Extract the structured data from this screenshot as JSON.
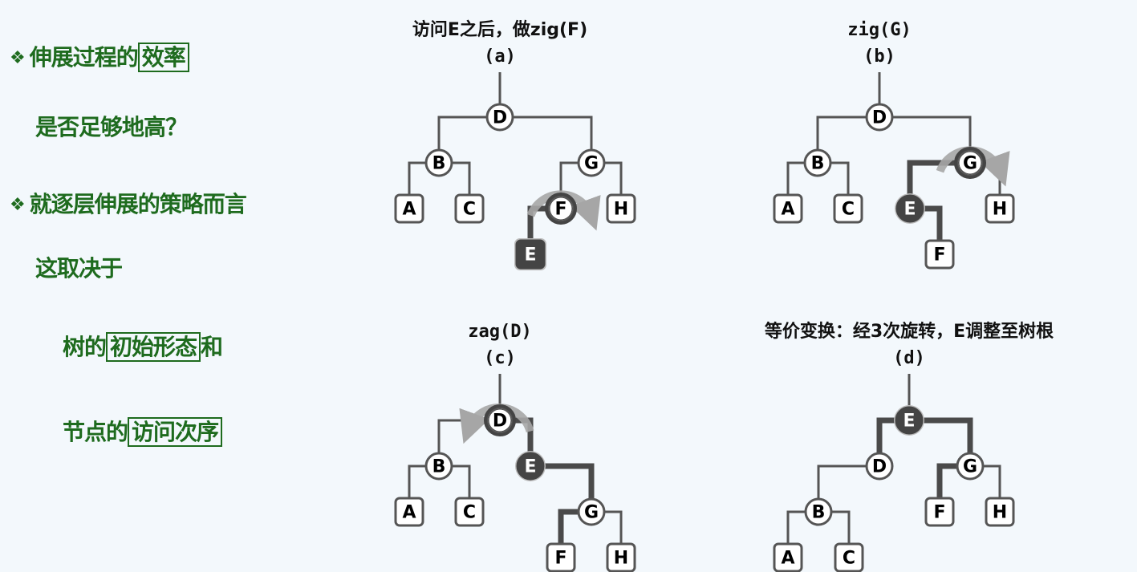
{
  "left_text": {
    "bullet1_line1_prefix": "伸展过程的",
    "bullet1_line1_boxed": "效率",
    "bullet1_line2": "是否足够地高？",
    "bullet2_line1": "就逐层伸展的策略而言",
    "bullet2_line2": "这取决于",
    "line3_prefix": "树的",
    "line3_boxed": "初始形态",
    "line3_suffix": "和",
    "line4_prefix": "节点的",
    "line4_boxed": "访问次序",
    "bullet_icon": "diamond-bullet-icon"
  },
  "colors": {
    "text_green": "#1e6b1e",
    "edge": "#555555",
    "highlight": "#444444",
    "arrow": "#a6a6a6",
    "background": "#f3f8fc"
  },
  "panels": [
    {
      "id": "a",
      "title": "访问E之后，做zig(F)",
      "label": "(a)",
      "rotation": {
        "around": "F",
        "direction": "clockwise"
      },
      "nodes": [
        {
          "name": "D",
          "shape": "circle",
          "state": "normal"
        },
        {
          "name": "B",
          "shape": "circle",
          "state": "normal"
        },
        {
          "name": "G",
          "shape": "circle",
          "state": "normal"
        },
        {
          "name": "A",
          "shape": "square",
          "state": "normal"
        },
        {
          "name": "C",
          "shape": "square",
          "state": "normal"
        },
        {
          "name": "F",
          "shape": "circle",
          "state": "pivot"
        },
        {
          "name": "H",
          "shape": "square",
          "state": "normal"
        },
        {
          "name": "E",
          "shape": "square",
          "state": "accessed"
        }
      ]
    },
    {
      "id": "b",
      "title": "zig(G)",
      "label": "(b)",
      "rotation": {
        "around": "G",
        "direction": "clockwise"
      },
      "nodes": [
        {
          "name": "D",
          "shape": "circle",
          "state": "normal"
        },
        {
          "name": "B",
          "shape": "circle",
          "state": "normal"
        },
        {
          "name": "G",
          "shape": "circle",
          "state": "pivot"
        },
        {
          "name": "A",
          "shape": "square",
          "state": "normal"
        },
        {
          "name": "C",
          "shape": "square",
          "state": "normal"
        },
        {
          "name": "E",
          "shape": "circle",
          "state": "accessed"
        },
        {
          "name": "H",
          "shape": "square",
          "state": "normal"
        },
        {
          "name": "F",
          "shape": "square",
          "state": "normal"
        }
      ]
    },
    {
      "id": "c",
      "title": "zag(D)",
      "label": "(c)",
      "rotation": {
        "around": "D",
        "direction": "counterclockwise"
      },
      "nodes": [
        {
          "name": "D",
          "shape": "circle",
          "state": "pivot"
        },
        {
          "name": "B",
          "shape": "circle",
          "state": "normal"
        },
        {
          "name": "E",
          "shape": "circle",
          "state": "accessed"
        },
        {
          "name": "A",
          "shape": "square",
          "state": "normal"
        },
        {
          "name": "C",
          "shape": "square",
          "state": "normal"
        },
        {
          "name": "G",
          "shape": "circle",
          "state": "normal"
        },
        {
          "name": "F",
          "shape": "square",
          "state": "normal"
        },
        {
          "name": "H",
          "shape": "square",
          "state": "normal"
        }
      ]
    },
    {
      "id": "d",
      "title": "等价变换：经3次旋转，E调整至树根",
      "label": "(d)",
      "nodes": [
        {
          "name": "E",
          "shape": "circle",
          "state": "accessed"
        },
        {
          "name": "D",
          "shape": "circle",
          "state": "normal"
        },
        {
          "name": "G",
          "shape": "circle",
          "state": "normal"
        },
        {
          "name": "B",
          "shape": "circle",
          "state": "normal"
        },
        {
          "name": "F",
          "shape": "square",
          "state": "normal"
        },
        {
          "name": "H",
          "shape": "square",
          "state": "normal"
        },
        {
          "name": "A",
          "shape": "square",
          "state": "normal"
        },
        {
          "name": "C",
          "shape": "square",
          "state": "normal"
        }
      ]
    }
  ]
}
